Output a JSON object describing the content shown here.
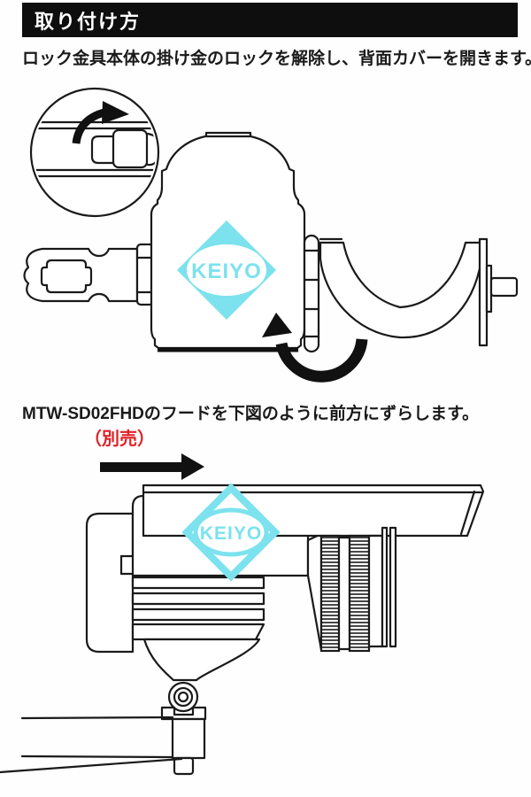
{
  "header": {
    "title": "取り付け方",
    "bg_color": "#0e0e0e",
    "text_color": "#ffffff"
  },
  "steps": [
    {
      "id": 1,
      "text": "ロック金具本体の掛け金のロックを解除し、背面カバーを開きます。"
    },
    {
      "id": 2,
      "text": "MTW-SD02FHDのフードを下図のように前方にずらします。",
      "model": "MTW-SD02FHD",
      "note": "（別売）",
      "note_color": "#e02128"
    }
  ],
  "brand": {
    "logo_text": "KEIYO",
    "logo_color": "#7ce2ee"
  },
  "colors": {
    "ink": "#1a1a1a",
    "arrow_black": "#111111",
    "paper": "#fefefe"
  }
}
